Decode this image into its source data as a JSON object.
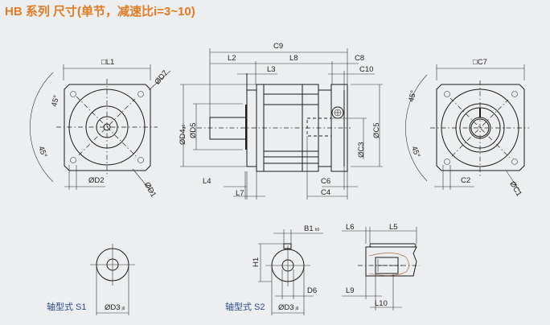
{
  "title": "HB 系列   尺寸(单节，减速比i=3~10)",
  "input_flange_view": {
    "width_label": "□L1",
    "hole_label": "ØD7",
    "pcd_label": "ØD1",
    "hole_pitch_label": "ØD2",
    "angle_top": "45°",
    "angle_bottom": "45°"
  },
  "side_view": {
    "labels": {
      "C9": "C9",
      "L2": "L2",
      "L8": "L8",
      "C8": "C8",
      "L3": "L3",
      "C10": "C10",
      "D4": "ØD4",
      "D4_tol": "g6",
      "D5": "ØD5",
      "C5": "ØC5",
      "C3": "ØC3",
      "L4": "L4",
      "L7": "L7",
      "C6": "C6",
      "C4": "C4"
    }
  },
  "output_flange_view": {
    "width_label": "□C7",
    "pcd_label": "ØC1",
    "hole_pitch_label": "C2",
    "angle_top": "45°",
    "angle_bottom": "45°"
  },
  "shaft_s1": {
    "caption": "轴型式 S1",
    "d3_label": "ØD3",
    "d3_tol": "j6"
  },
  "shaft_s2": {
    "caption": "轴型式 S2",
    "b1_label": "B1",
    "b1_tol": "h9",
    "h1_label": "H1",
    "d6_label": "D6",
    "d3_label": "ØD3",
    "d3_tol": "j6",
    "l6_label": "L6",
    "l5_label": "L5",
    "l9_label": "L9",
    "l10_label": "L10"
  },
  "colors": {
    "title": "#e07b22",
    "caption": "#2a4a8a",
    "background": "#eceef0"
  }
}
